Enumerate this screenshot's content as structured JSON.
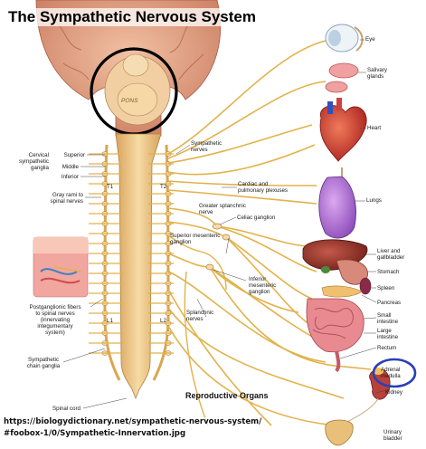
{
  "title": "The Sympathetic Nervous System",
  "brain": {
    "pons_label": "PONS",
    "highlight_color": "#000000"
  },
  "left_labels": {
    "cervical_ganglia": "Cervical\nsympathetic\nganglia",
    "superior": "Superior",
    "middle": "Middle",
    "inferior": "Inferior",
    "gray_rami": "Gray rami to\nspinal nerves",
    "postganglionic": "Postganglionic fibers\nto spinal nerves\n(innervating\nintegumentary\nsystem)",
    "chain_ganglia": "Sympathetic\nchain ganglia",
    "spinal_cord": "Spinal cord",
    "t1": "T1",
    "t2": "T2",
    "l1": "L1",
    "l2": "L2"
  },
  "center_labels": {
    "sympathetic_nerves": "Sympathetic\nnerves",
    "cardiac_plexuses": "Cardiac and\npulmonary plexuses",
    "greater_splanchnic": "Greater splanchnic\nnerve",
    "celiac_ganglion": "Celiac ganglion",
    "superior_mesenteric": "Superior mesenteric\nganglion",
    "inferior_mesenteric": "Inferior\nmesenteric\nganglion",
    "splanchnic_nerves": "Splanchnic\nnerves",
    "reproductive_organs": "Reproductive Organs"
  },
  "organs": [
    {
      "id": "eye",
      "label": "Eye"
    },
    {
      "id": "salivary",
      "label": "Salivary\nglands"
    },
    {
      "id": "heart",
      "label": "Heart"
    },
    {
      "id": "lungs",
      "label": "Lungs"
    },
    {
      "id": "liver",
      "label": "Liver and\ngallbladder"
    },
    {
      "id": "stomach",
      "label": "Stomach"
    },
    {
      "id": "spleen",
      "label": "Spleen"
    },
    {
      "id": "pancreas",
      "label": "Pancreas"
    },
    {
      "id": "small_intestine",
      "label": "Small\nintestine"
    },
    {
      "id": "large_intestine",
      "label": "Large\nintestine"
    },
    {
      "id": "rectum",
      "label": "Rectum"
    },
    {
      "id": "adrenal",
      "label": "Adrenal\nmedulla"
    },
    {
      "id": "kidney",
      "label": "Kidney"
    },
    {
      "id": "bladder",
      "label": "Urinary\nbladder"
    }
  ],
  "adrenal_highlight_color": "#2b3fb8",
  "source": {
    "line1": "https://biologydictionary.net/sympathetic-nervous-system/",
    "line2": "#foobox-1/0/Sympathetic-Innervation.jpg"
  },
  "colors": {
    "nerve": "#e8b94a",
    "nerve_outline": "#b9852a",
    "cord": "#eec88a",
    "brain": "#e3a98a",
    "brainstem": "#f0c890"
  }
}
